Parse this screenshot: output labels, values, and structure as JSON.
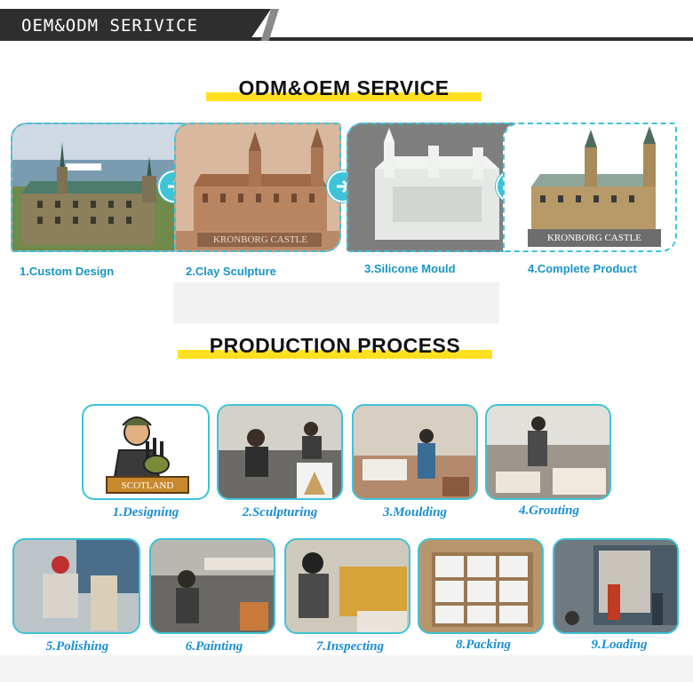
{
  "banner": {
    "title": "OEM&ODM SERIVICE"
  },
  "odm_section": {
    "title": "ODM&OEM SERVICE",
    "steps": [
      {
        "label": "1.Custom Design"
      },
      {
        "label": "2.Clay Sculpture"
      },
      {
        "label": "3.Silicone Mould"
      },
      {
        "label": "4.Complete Product",
        "plaque_text": "KRONBORG CASTLE"
      }
    ],
    "clay_plaque_text": "KRONBORG CASTLE"
  },
  "production_section": {
    "title": "PRODUCTION PROCESS",
    "steps": [
      {
        "label": "1.Designing",
        "badge": "SCOTLAND"
      },
      {
        "label": "2.Sculpturing"
      },
      {
        "label": "3.Moulding"
      },
      {
        "label": "4.Grouting"
      },
      {
        "label": "5.Polishing"
      },
      {
        "label": "6.Painting"
      },
      {
        "label": "7.Inspecting"
      },
      {
        "label": "8.Packing"
      },
      {
        "label": "9.Loading"
      }
    ]
  },
  "colors": {
    "accent": "#3ec3d8",
    "label_blue": "#1895c7",
    "highlight": "#ffe020",
    "banner": "#2e2e2e"
  }
}
